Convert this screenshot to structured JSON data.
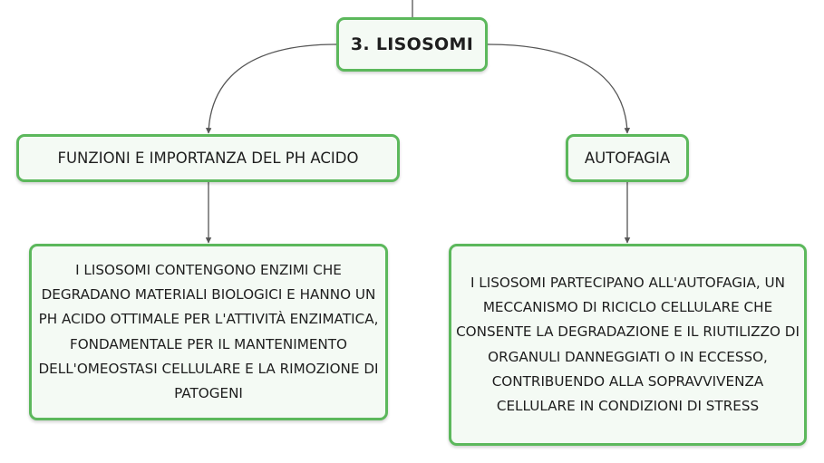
{
  "diagram": {
    "root": {
      "label": "3. LISOSOMI"
    },
    "branches": [
      {
        "label": "FUNZIONI E IMPORTANZA DEL PH ACIDO",
        "detail": "I LISOSOMI CONTENGONO ENZIMI CHE DEGRADANO MATERIALI BIOLOGICI E HANNO UN PH ACIDO OTTIMALE PER L'ATTIVITÀ ENZIMATICA, FONDAMENTALE PER IL MANTENIMENTO DELL'OMEOSTASI CELLULARE E LA RIMOZIONE DI PATOGENI"
      },
      {
        "label": "AUTOFAGIA",
        "detail": "I LISOSOMI PARTECIPANO ALL'AUTOFAGIA, UN MECCANISMO DI RICICLO CELLULARE CHE CONSENTE LA DEGRADAZIONE E IL RIUTILIZZO DI ORGANULI DANNEGGIATI O IN ECCESSO, CONTRIBUENDO ALLA SOPRAVVIVENZA CELLULARE IN CONDIZIONI DI STRESS"
      }
    ]
  },
  "colors": {
    "node_border": "#5cb85c",
    "node_fill": "#f4faf4",
    "connector": "#555555",
    "text": "#1e1e1e"
  }
}
